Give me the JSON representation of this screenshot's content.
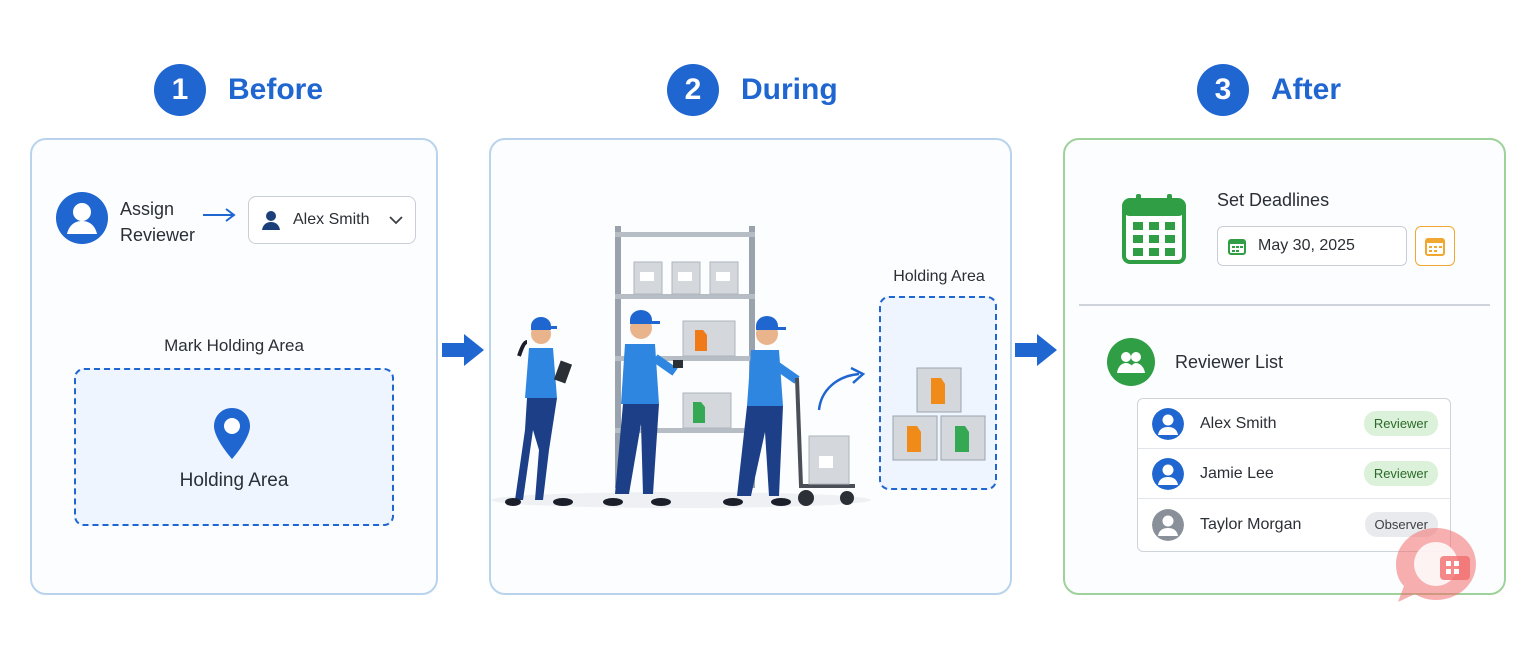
{
  "steps": [
    {
      "number": "1",
      "title": "Before"
    },
    {
      "number": "2",
      "title": "During"
    },
    {
      "number": "3",
      "title": "After"
    }
  ],
  "before": {
    "assign_label": "Assign Reviewer",
    "selected_reviewer": "Alex Smith",
    "mark_label": "Mark Holding Area",
    "holding_label": "Holding Area"
  },
  "during": {
    "holding_label": "Holding Area"
  },
  "after": {
    "deadline_label": "Set Deadlines",
    "deadline_date": "May 30, 2025",
    "reviewer_list_title": "Reviewer List",
    "reviewers": [
      {
        "name": "Alex Smith",
        "role": "Reviewer",
        "status": "active"
      },
      {
        "name": "Jamie Lee",
        "role": "Reviewer",
        "status": "active"
      },
      {
        "name": "Taylor Morgan",
        "role": "Observer",
        "status": "inactive"
      }
    ]
  },
  "colors": {
    "primary_blue": "#1f66d1",
    "accent_green": "#2f9e44",
    "accent_orange": "#f0a830",
    "panel_border_blue": "#b9d3ec",
    "panel_border_green": "#9fd19a"
  },
  "icons": [
    "user-icon",
    "arrow-right-icon",
    "chevron-down-icon",
    "location-pin-icon",
    "calendar-icon",
    "group-icon",
    "price-tag-icon",
    "box-icon"
  ]
}
